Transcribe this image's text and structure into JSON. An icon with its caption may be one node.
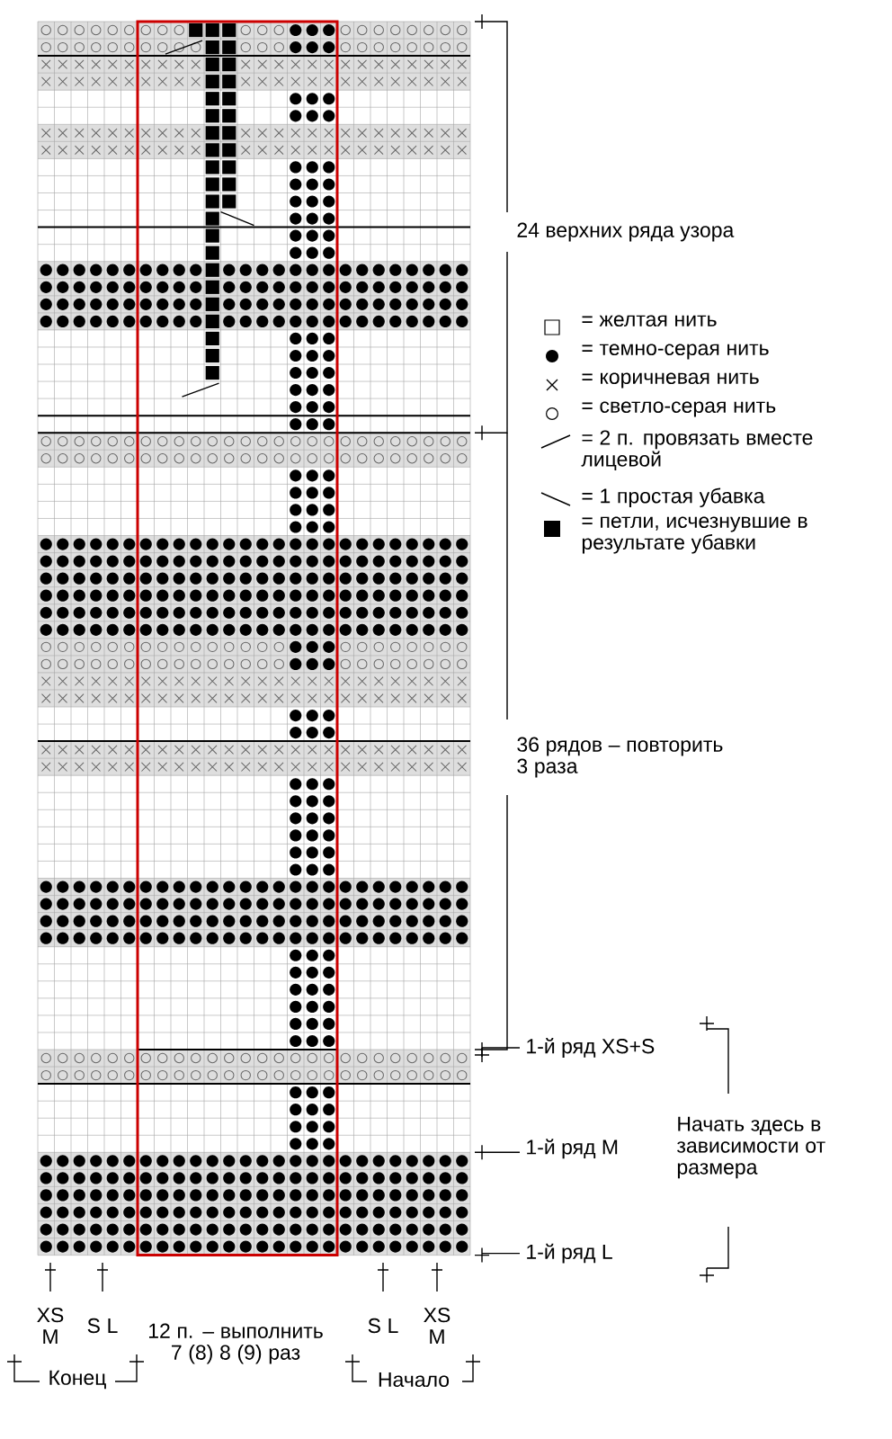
{
  "diagram": {
    "labels": [
      "24 верхних ряда узора",
      "36 рядов – повторить 3 раза",
      "1-й ряд XS+S",
      "Начать здесь в зависимости от размера",
      "1-й ряд M",
      "1-й ряд L",
      "XS M",
      "S L",
      "12 п. – выполнить 7 (8) 8 (9) раз",
      "S L",
      "XS M",
      "Конец",
      "Начало"
    ],
    "legend": [
      {
        "text": "= желтая нить"
      },
      {
        "text": "= темно-серая нить"
      },
      {
        "text": "= коричневая нить"
      },
      {
        "text": "= светло-серая нить"
      },
      {
        "text": "= 2 п. провязать вместе лицевой"
      },
      {
        "text": "= 1 простая убавка"
      },
      {
        "text": "= петли, исчезнувшие в результате убавки"
      }
    ]
  }
}
